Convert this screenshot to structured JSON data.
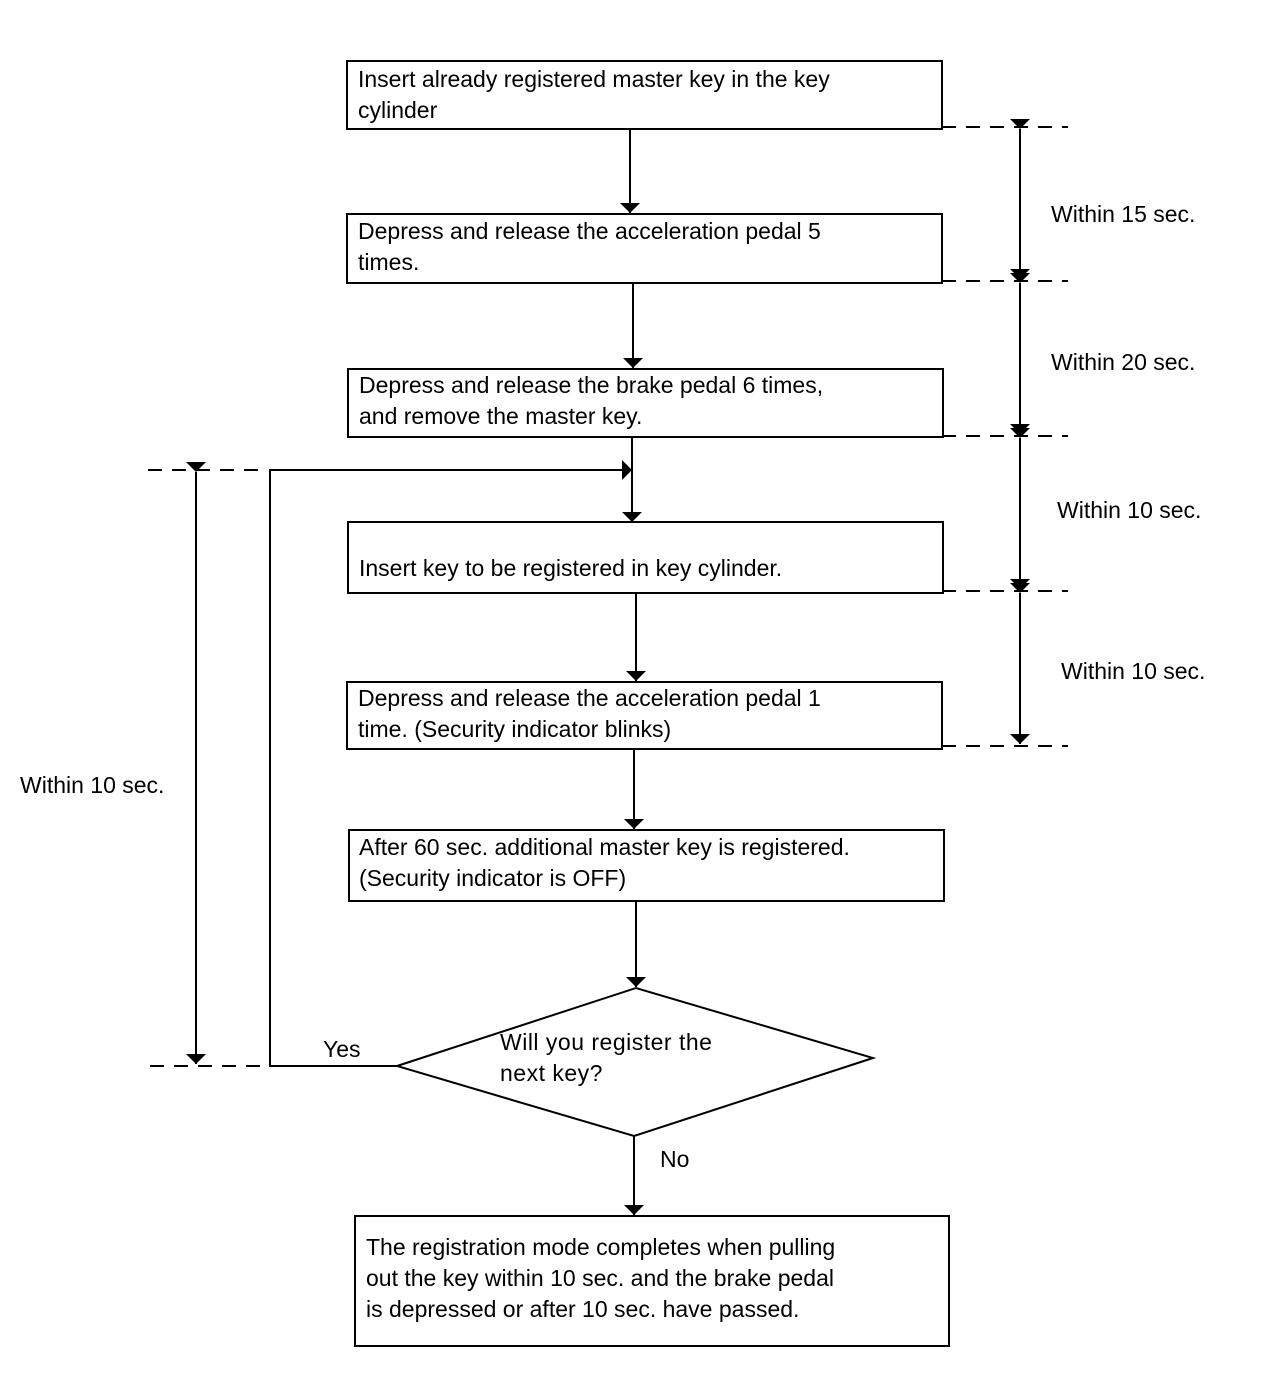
{
  "steps": [
    {
      "line1": "Insert already registered master key in the key",
      "line2": "cylinder"
    },
    {
      "line1": "Depress and release the acceleration pedal 5",
      "line2": "times."
    },
    {
      "line1": "Depress and release the brake pedal 6 times,",
      "line2": "and remove the master key."
    },
    {
      "line1": "Insert key to be registered in key cylinder."
    },
    {
      "line1": "Depress and release the acceleration pedal 1",
      "line2": "time. (Security indicator blinks)"
    },
    {
      "line1": "After 60 sec. additional master key is registered.",
      "line2": "(Security indicator is OFF)"
    }
  ],
  "decision": {
    "line1": "Will you register the",
    "line2": "next key?",
    "yes": "Yes",
    "no": "No"
  },
  "final": {
    "line1": "The registration mode completes when pulling",
    "line2": "out the key within 10 sec. and the brake pedal",
    "line3": "is depressed or after 10 sec. have passed."
  },
  "timings": {
    "t1": "Within 15 sec.",
    "t2": "Within 20 sec.",
    "t3": "Within 10 sec.",
    "t4": "Within 10 sec.",
    "loop": "Within 10 sec."
  }
}
